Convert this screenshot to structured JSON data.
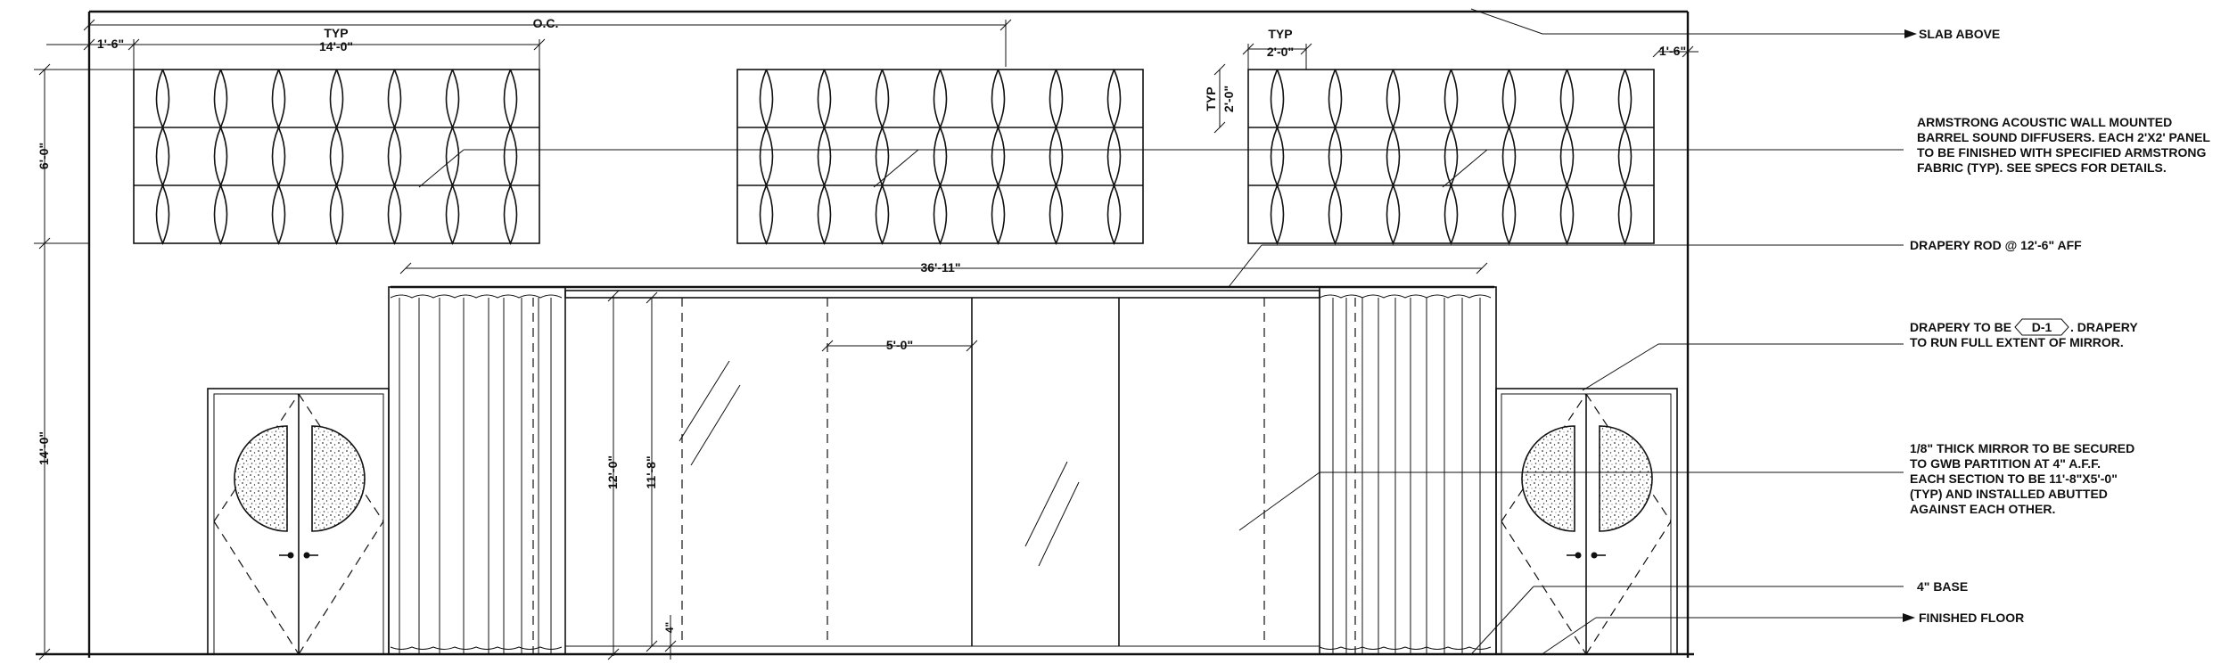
{
  "dimensions": {
    "oc": "O.C.",
    "typ_top": "TYP",
    "panel_group_width": "14'-0\"",
    "left_offset": "1'-6\"",
    "typ_panel": "TYP",
    "panel_width": "2'-0\"",
    "right_offset": "1'-6\"",
    "panel_height_typ": "TYP",
    "panel_height": "2'-0\"",
    "upper_height": "6'-0\"",
    "lower_height": "14'-0\"",
    "drapery_width": "36'-11\"",
    "mirror_section_width": "5'-0\"",
    "drapery_height": "12'-0\"",
    "mirror_height": "11'-8\"",
    "base_height": "4\""
  },
  "callouts": {
    "slab": "SLAB ABOVE",
    "diffusers": [
      "ARMSTRONG ACOUSTIC WALL MOUNTED",
      "BARREL SOUND DIFFUSERS.  EACH 2'X2' PANEL",
      "TO BE FINISHED WITH SPECIFIED ARMSTRONG",
      "FABRIC (TYP).  SEE SPECS FOR DETAILS."
    ],
    "rod": "DRAPERY ROD @ 12'-6\" AFF",
    "drapery_prefix": "DRAPERY TO BE",
    "drapery_tag": "D-1",
    "drapery_suffix": ".  DRAPERY",
    "drapery_line2": "TO RUN FULL EXTENT OF MIRROR.",
    "mirror": [
      "1/8\" THICK MIRROR TO BE SECURED",
      "TO GWB PARTITION AT 4\" A.F.F.",
      "EACH SECTION TO BE 11'-8\"X5'-0\"",
      "(TYP) AND INSTALLED ABUTTED",
      "AGAINST EACH OTHER."
    ],
    "base": "4\" BASE",
    "floor": "FINISHED FLOOR"
  },
  "colors": {
    "ink": "#111111",
    "paper": "#ffffff"
  }
}
